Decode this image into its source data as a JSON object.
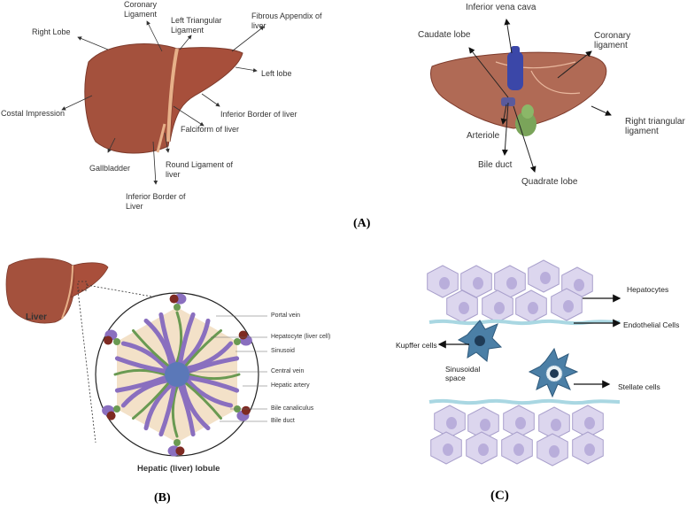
{
  "panel_a": {
    "letter": "(A)",
    "anterior_labels": {
      "coronary_ligament": "Coronary Ligament",
      "left_triangular_ligament": "Left Triangular Ligament",
      "fibrous_appendix": "Fibrous Appendix of liver",
      "right_lobe": "Right Lobe",
      "left_lobe": "Left lobe",
      "costal_impression": "Costal Impression",
      "inferior_border_right": "Inferior Border of liver",
      "falciform": "Falciform of liver",
      "gallbladder": "Gallbladder",
      "round_ligament": "Round Ligament of liver",
      "inferior_border_left": "Inferior Border of Liver"
    },
    "posterior_labels": {
      "inferior_vena_cava": "Inferior vena cava",
      "caudate_lobe": "Caudate lobe",
      "coronary_ligament": "Coronary ligament",
      "right_triangular_ligament": "Right triangular ligament",
      "arteriole": "Arteriole",
      "bile_duct": "Bile duct",
      "quadrate_lobe": "Quadrate lobe"
    }
  },
  "panel_b": {
    "letter": "(B)",
    "liver_label": "Liver",
    "lobule_title": "Hepatic (liver) lobule",
    "labels": {
      "portal_vein": "Portal vein",
      "hepatocyte": "Hepatocyte (liver cell)",
      "sinusoid": "Sinusoid",
      "central_vein": "Central vein",
      "hepatic_artery": "Hepatic artery",
      "bile_canaliculus": "Bile canaliculus",
      "bile_duct": "Bile duct"
    }
  },
  "panel_c": {
    "letter": "(C)",
    "labels": {
      "hepatocytes": "Hepatocytes",
      "endothelial": "Endothelial Cells",
      "kupffer": "Kupffer cells",
      "sinusoidal_space": "Sinusoidal space",
      "stellate": "Stellate cells"
    }
  },
  "colors": {
    "liver": "#a4513d",
    "liver_dark": "#7d3a2b",
    "gallbladder": "#7aa45a",
    "vena_cava": "#3b47a8",
    "lobule_bg": "#f3e1c8",
    "portal_vein": "#8a6fbf",
    "hepatic_artery": "#7e2a22",
    "bile_duct": "#6a9a52",
    "central_vein": "#5b78b8",
    "hepatocyte_cell": "#dcd6ee",
    "kupffer": "#4b7fa6",
    "endothelial": "#bfe3ea"
  }
}
